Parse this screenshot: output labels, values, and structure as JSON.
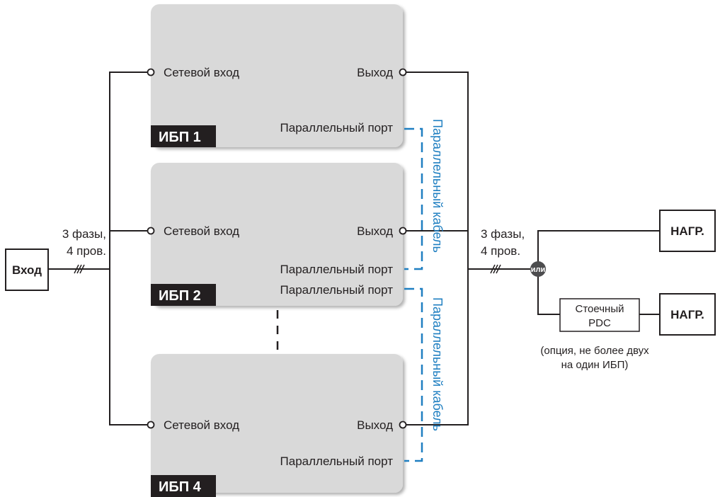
{
  "input_block": {
    "label": "Вход"
  },
  "input_cable": {
    "line1": "3 фазы,",
    "line2": "4 пров."
  },
  "output_cable": {
    "line1": "3 фазы,",
    "line2": "4 пров."
  },
  "ups_units": [
    {
      "tag": "ИБП 1",
      "mains_input": "Сетевой вход",
      "output": "Выход",
      "parallel_ports": [
        "Параллельный порт"
      ]
    },
    {
      "tag": "ИБП 2",
      "mains_input": "Сетевой вход",
      "output": "Выход",
      "parallel_ports": [
        "Параллельный порт",
        "Параллельный порт"
      ]
    },
    {
      "tag": "ИБП 4",
      "mains_input": "Сетевой вход",
      "output": "Выход",
      "parallel_ports": [
        "Параллельный порт"
      ]
    }
  ],
  "parallel_cables": [
    "Параллельный кабель",
    "Параллельный кабель"
  ],
  "or_node": "или",
  "loads": [
    "НАГР.",
    "НАГР."
  ],
  "pdc": {
    "line1": "Стоечный",
    "line2": "PDC"
  },
  "pdc_note": {
    "line1": "(опция, не более двух",
    "line2": "на один ИБП)"
  },
  "colors": {
    "box_fill": "#d9d9d9",
    "tag_fill": "#231f20",
    "cable_blue": "#1f7fc1",
    "or_node": "#4d4d4f"
  }
}
